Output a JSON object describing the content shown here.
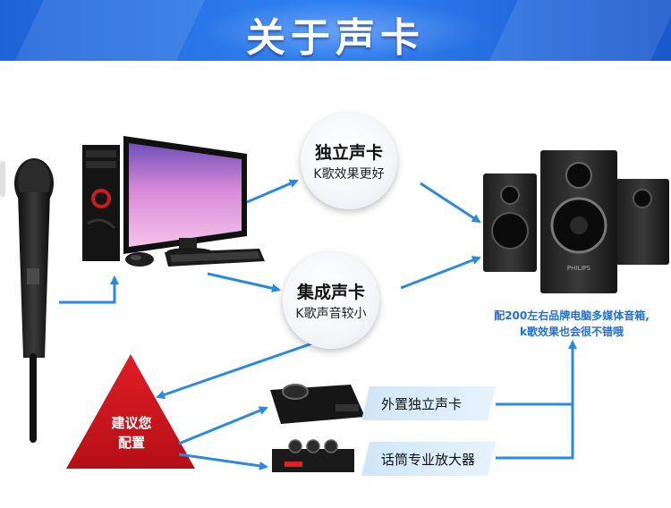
{
  "title": "关于声卡",
  "nodes": {
    "independent_card": {
      "title": "独立声卡",
      "subtitle": "K歌效果更好"
    },
    "integrated_card": {
      "title": "集成声卡",
      "subtitle": "K歌声音较小"
    },
    "recommend": {
      "line1": "建议您",
      "line2": "配置"
    },
    "external_card": {
      "label": "外置独立声卡"
    },
    "mic_amp": {
      "label": "话筒专业放大器"
    },
    "speaker_note": {
      "line1": "配200左右品牌电脑多媒体音箱,",
      "line2": "k歌效果也会很不错哦"
    },
    "speaker_brand": "PHILIPS"
  },
  "colors": {
    "banner": "#2f7ff0",
    "arrow": "#2b8ae0",
    "triangle": "#c8141c",
    "note": "#1f6fd6"
  }
}
